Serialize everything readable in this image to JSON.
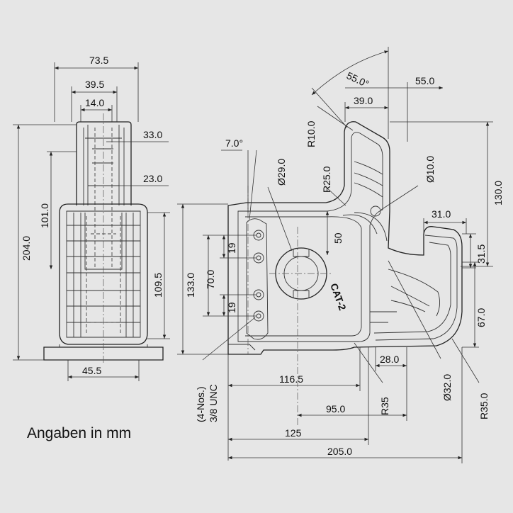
{
  "caption": "Angaben in mm",
  "part_label": "CAT-2",
  "dims": {
    "d73_5": "73.5",
    "d39_5": "39.5",
    "d14_0": "14.0",
    "d33_0": "33.0",
    "d23_0": "23.0",
    "d101_0": "101.0",
    "d204_0": "204.0",
    "d109_5": "109.5",
    "d45_5": "45.5",
    "d7deg": "7.0°",
    "dphi29": "Ø29.0",
    "dR25": "R25.0",
    "dR10": "R10.0",
    "d55deg": "55.0°",
    "d39_0": "39.0",
    "d55_0": "55.0",
    "dphi10": "Ø10.0",
    "d130_0": "130.0",
    "d31_0": "31.0",
    "d31_5": "31.5",
    "d67_0": "67.0",
    "d50": "50",
    "d19a": "19",
    "d19b": "19",
    "d70_0": "70.0",
    "d133_0": "133.0",
    "d28_0": "28.0",
    "dphi32": "Ø32.0",
    "d116_5": "116.5",
    "dR35": "R35",
    "dR35_0": "R35.0",
    "d95_0": "95.0",
    "d125": "125",
    "d205_0": "205.0",
    "unc": "3/8 UNC",
    "nos": "(4-Nos.)"
  }
}
